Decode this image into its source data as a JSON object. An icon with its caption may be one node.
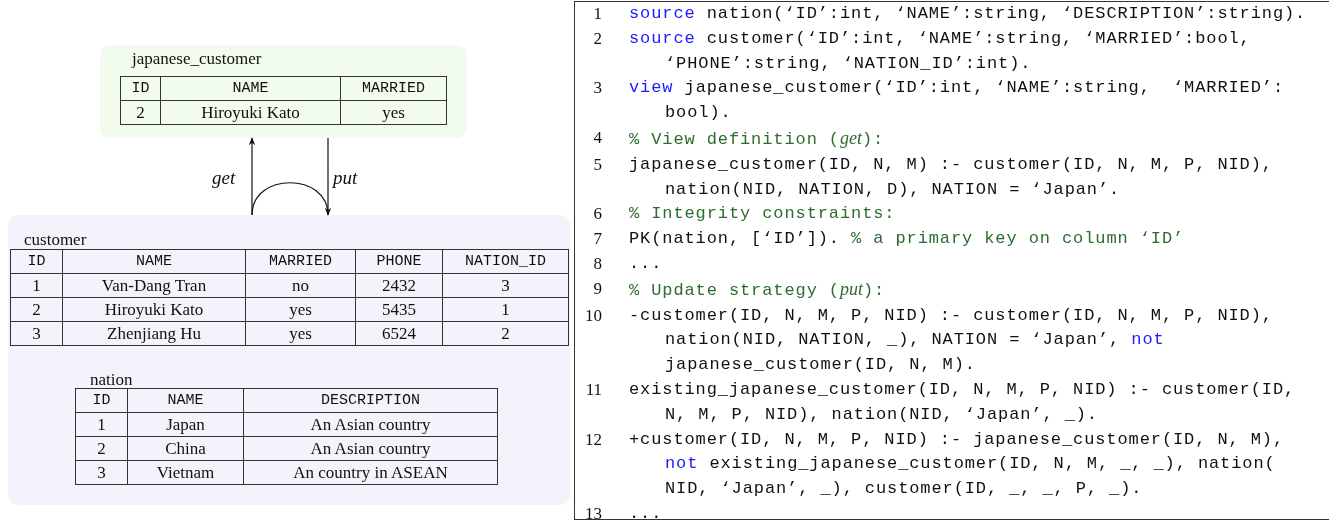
{
  "diagram": {
    "nodes": [
      {
        "text": [
          "japanese_customer",
          "ID",
          "NAME",
          "MARRIED",
          "2",
          "Hiroyuki Kato",
          "yes"
        ]
      },
      {
        "text": [],
        "shape": "box"
      },
      {
        "text": [
          "customer",
          "ID",
          "NAME",
          "MARRIED",
          "PHONE",
          "NATION_ID",
          "1",
          "Van-Dang Tran",
          "no",
          "2432",
          "3",
          "2",
          "Hiroyuki Kato",
          "yes",
          "5435",
          "1",
          "3",
          "Zhenjiang Hu",
          "yes",
          "6524",
          "2"
        ],
        "in": 1
      },
      {
        "text": [
          "nation",
          "ID",
          "NAME",
          "DESCRIPTION",
          "1",
          "Japan",
          "An Asian country",
          "2",
          "China",
          "An Asian country",
          "3",
          "Vietnam",
          "An country in ASEAN"
        ],
        "in": 1
      },
      {
        "text": [
          "**source** nation(‘ID’:int, ‘NAME’:string, ‘DESCRIPTION’:string).",
          "**source** customer(‘ID’:int, ‘NAME’:string, ‘MARRIED’:bool, ‘PHONE’:string, ‘NATION_ID’:int).",
          "**view** japanese_customer(‘ID’:int, ‘NAME’:string,  ‘MARRIED’: bool).",
          "% View definition (*get*):",
          "japanese_customer(ID, N, M) :- customer(ID, N, M, P, NID), nation(NID, NATION, D), NATION = ‘Japan’.",
          "% Integrity constraints:",
          "PK(nation, [‘ID’]). % a primary key on column ‘ID’",
          "...",
          "% Update strategy (*put*):",
          "-customer(ID, N, M, P, NID) :- customer(ID, N, M, P, NID), nation(NID, NATION, _), NATION = ‘Japan’, **not** japanese_customer(ID, N, M).",
          "existing_japanese_customer(ID, N, M, P, NID) :- customer(ID, N, M, P, NID), nation(NID, ‘Japan’, _).",
          "+customer(ID, N, M, P, NID) :- japanese_customer(ID, N, M), **not** existing_japanese_customer(ID, N, M, _, _), nation( NID, ‘Japan’, _), customer(ID, _, _, P, _).",
          "..."
        ]
      }
    ],
    "edges": [
      {
        "from": 1,
        "to": 0,
        "arrow": "to",
        "label": "get"
      },
      {
        "from": 0,
        "to": 1,
        "arrow": "to",
        "label": "put"
      }
    ],
    "labels": [
      "1",
      "2",
      "3",
      "4",
      "5",
      "6",
      "7",
      "8",
      "9",
      "10",
      "11",
      "12",
      "13"
    ]
  }
}
